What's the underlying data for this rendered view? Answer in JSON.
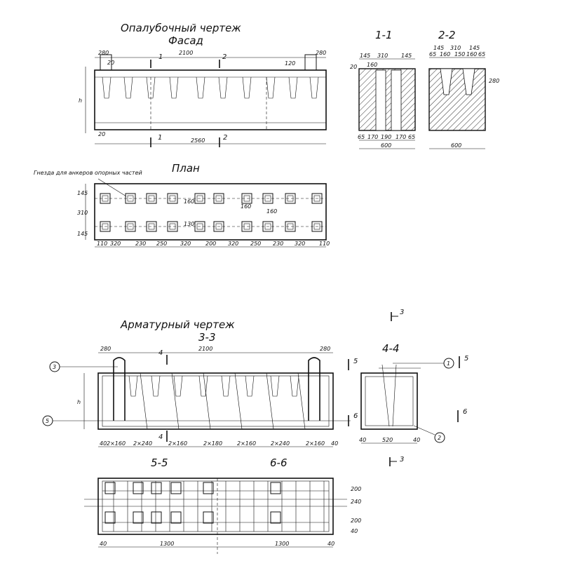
{
  "formwork": {
    "title": "Опалубочный   чертеж",
    "facade_title": "Фасад",
    "plan_title": "План",
    "facade_dims": {
      "end_left": "280",
      "mid": "2100",
      "end_right": "280",
      "total": "2560",
      "small_20": "20",
      "small_120": "120",
      "height_mark": "h"
    },
    "section_marks": {
      "s1": "1",
      "s2": "2"
    },
    "section_1_1": {
      "title": "1-1",
      "top_dims": [
        "145",
        "310",
        "145"
      ],
      "bottom_dims": [
        "65",
        "170",
        "190",
        "170",
        "65"
      ],
      "width": "600",
      "side": "20",
      "inner": "160"
    },
    "section_2_2": {
      "title": "2-2",
      "top_dims": [
        "145",
        "310",
        "145"
      ],
      "sub_dims": [
        "65",
        "160",
        "150",
        "160",
        "65"
      ],
      "width": "600",
      "side": "280"
    },
    "plan": {
      "anchor_note": "Гнезда для анкеров опорных частей",
      "bottom_dims": [
        "110",
        "320",
        "230",
        "250",
        "320",
        "200",
        "320",
        "250",
        "230",
        "320",
        "110"
      ],
      "side_dims": [
        "145",
        "310",
        "145"
      ],
      "inner_marks": [
        "160",
        "130",
        "160",
        "160"
      ]
    }
  },
  "reinforcement": {
    "title": "Арматурный     чертеж",
    "section_3_3": {
      "title": "3-3",
      "end_left": "280",
      "mid": "2100",
      "end_right": "280",
      "height_mark": "h",
      "marks_4": [
        "4",
        "4"
      ]
    },
    "bottom_dims": [
      "40",
      "2×160",
      "2×240",
      "2×160",
      "2×180",
      "2×160",
      "2×240",
      "2×160",
      "40"
    ],
    "callouts": [
      "3",
      "5",
      "1",
      "2"
    ],
    "section_4_4": {
      "title": "4-4",
      "width": "520",
      "left": "40",
      "right": "40",
      "marks": [
        "5",
        "6",
        "5",
        "6"
      ]
    },
    "marks_3": [
      "3",
      "3"
    ],
    "section_5_5": {
      "title": "5-5"
    },
    "section_6_6": {
      "title": "6-6"
    },
    "bottom_plan": {
      "dims": [
        "40",
        "1300",
        "1300",
        "40"
      ],
      "side_dims": [
        "200",
        "240",
        "200",
        "40"
      ]
    }
  }
}
